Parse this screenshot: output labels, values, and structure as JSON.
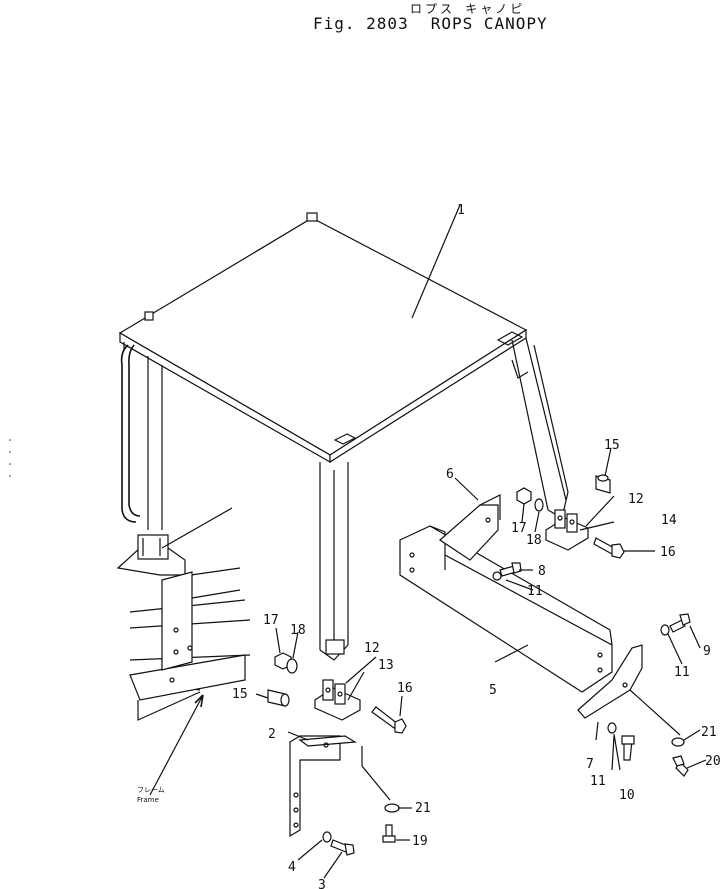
{
  "header": {
    "title_jp": "ロプス キャノピ",
    "fig_label": "Fig. 2803",
    "fig_name": "ROPS CANOPY"
  },
  "frame_callout": {
    "jp": "フレーム",
    "en": "Frame"
  },
  "callouts": [
    {
      "id": "c1",
      "text": "1"
    },
    {
      "id": "c2",
      "text": "2"
    },
    {
      "id": "c3",
      "text": "3"
    },
    {
      "id": "c4",
      "text": "4"
    },
    {
      "id": "c5",
      "text": "5"
    },
    {
      "id": "c6",
      "text": "6"
    },
    {
      "id": "c7",
      "text": "7"
    },
    {
      "id": "c8",
      "text": "8"
    },
    {
      "id": "c9",
      "text": "9"
    },
    {
      "id": "c10",
      "text": "10"
    },
    {
      "id": "c11a",
      "text": "11"
    },
    {
      "id": "c11b",
      "text": "11"
    },
    {
      "id": "c11c",
      "text": "11"
    },
    {
      "id": "c12a",
      "text": "12"
    },
    {
      "id": "c12b",
      "text": "12"
    },
    {
      "id": "c13",
      "text": "13"
    },
    {
      "id": "c14",
      "text": "14"
    },
    {
      "id": "c15a",
      "text": "15"
    },
    {
      "id": "c15b",
      "text": "15"
    },
    {
      "id": "c16a",
      "text": "16"
    },
    {
      "id": "c16b",
      "text": "16"
    },
    {
      "id": "c17a",
      "text": "17"
    },
    {
      "id": "c17b",
      "text": "17"
    },
    {
      "id": "c18a",
      "text": "18"
    },
    {
      "id": "c18b",
      "text": "18"
    },
    {
      "id": "c19",
      "text": "19"
    },
    {
      "id": "c20",
      "text": "20"
    },
    {
      "id": "c21a",
      "text": "21"
    },
    {
      "id": "c21b",
      "text": "21"
    }
  ]
}
